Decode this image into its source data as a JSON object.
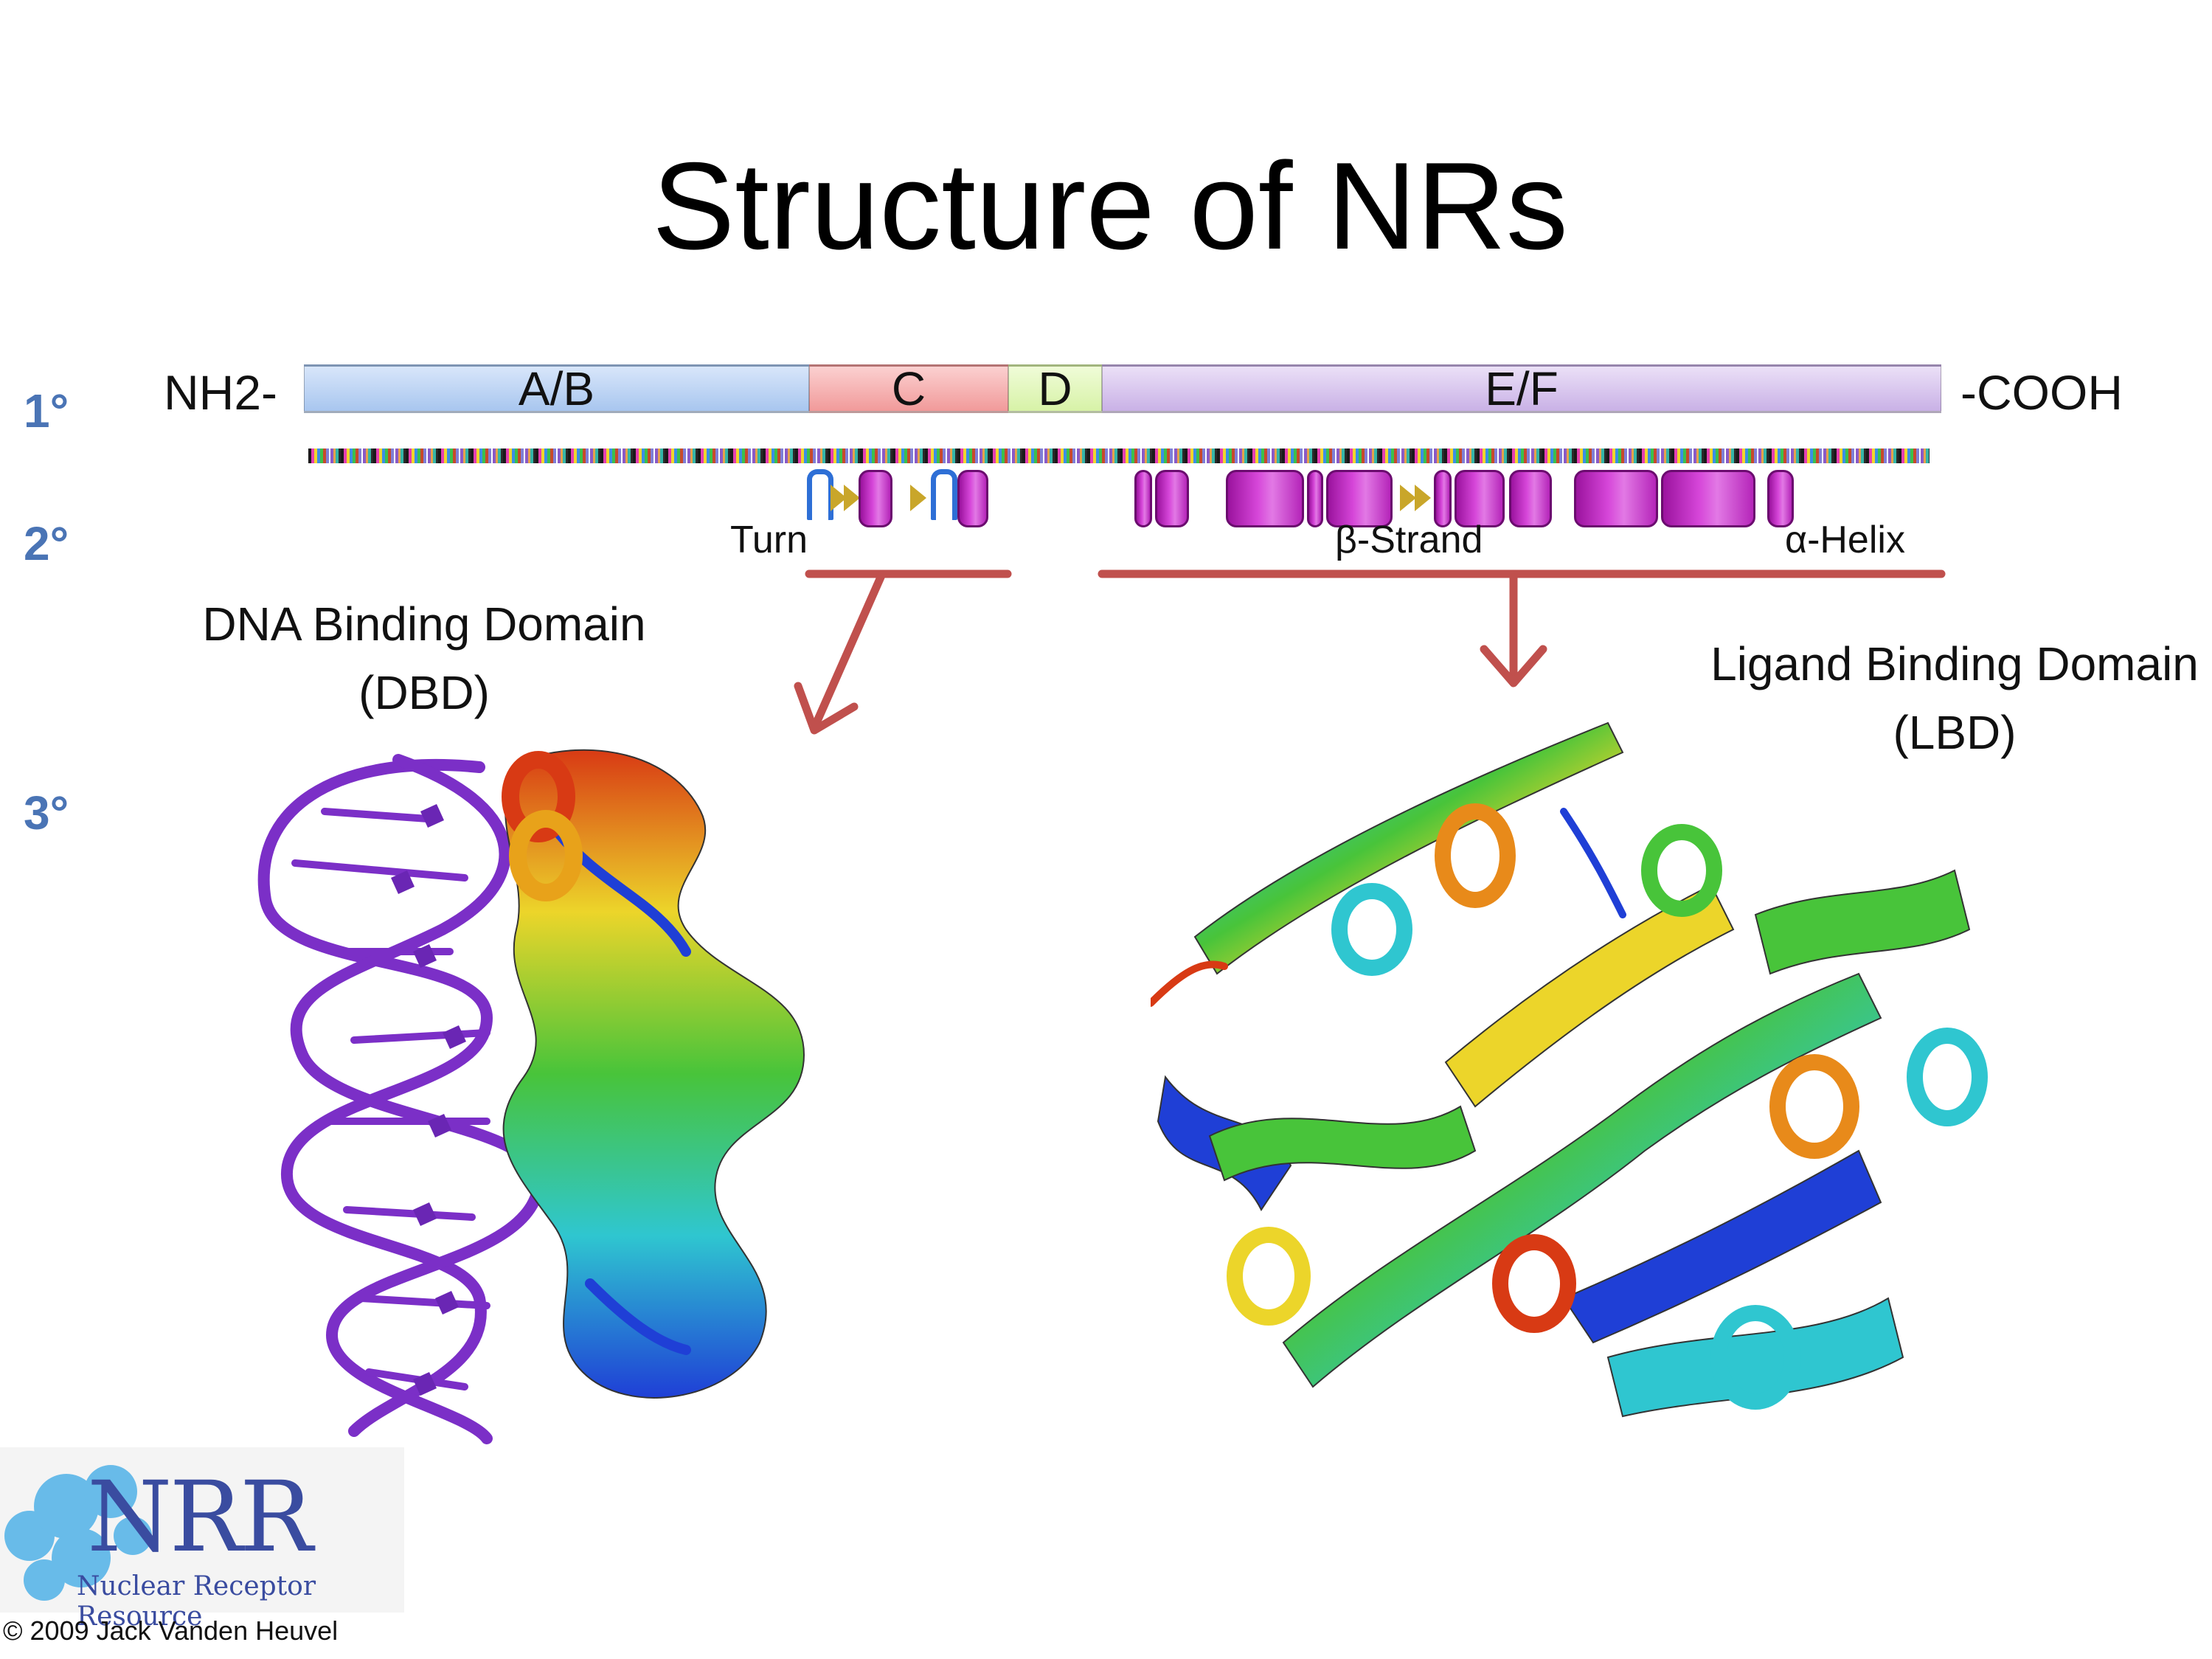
{
  "title": "Structure of NRs",
  "levels": {
    "primary": "1°",
    "secondary": "2°",
    "tertiary": "3°"
  },
  "termini": {
    "n": "NH2-",
    "c": "-COOH"
  },
  "domains": [
    {
      "id": "ab",
      "label": "A/B",
      "color": "#bcd4f3"
    },
    {
      "id": "c",
      "label": "C",
      "color": "#f5b3b3"
    },
    {
      "id": "d",
      "label": "D",
      "color": "#e2f5c2"
    },
    {
      "id": "ef",
      "label": "E/F",
      "color": "#d8c6ef"
    }
  ],
  "secondary_labels": {
    "turn": "Turn",
    "strand": "β-Strand",
    "helix": "α-Helix"
  },
  "dbd": {
    "line1": "DNA Binding Domain",
    "line2": "(DBD)"
  },
  "lbd": {
    "line1": "Ligand Binding Domain",
    "line2": "(LBD)"
  },
  "logo": {
    "letters": "NRR",
    "tagline": "Nuclear Receptor Resource"
  },
  "copyright": "© 2009 Jack Vanden Heuvel",
  "colors": {
    "accent_arrow": "#c0504d",
    "level_blue": "#4a74b5",
    "helix_magenta": "#c930cc",
    "dna_purple": "#7b2fc7"
  }
}
